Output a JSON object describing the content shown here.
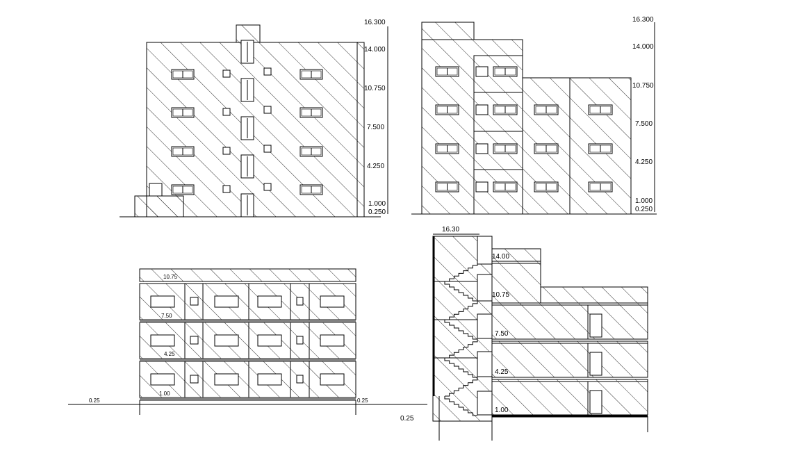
{
  "colors": {
    "line": "#000000",
    "background": "#ffffff"
  },
  "elevation_front": {
    "levels": [
      "16.300",
      "14.000",
      "10.750",
      "7.500",
      "4.250",
      "1.000",
      "0.250"
    ]
  },
  "elevation_side": {
    "levels": [
      "16.300",
      "14.000",
      "10.750",
      "7.500",
      "4.250",
      "1.000",
      "0.250"
    ]
  },
  "section_a": {
    "levels": [
      "10.75",
      "7.50",
      "4.25",
      "1.00",
      "0.25",
      "0.25"
    ]
  },
  "section_b": {
    "levels": [
      "16.30",
      "14.00",
      "10.75",
      "7.50",
      "4.25",
      "1.00",
      "0.25"
    ]
  }
}
